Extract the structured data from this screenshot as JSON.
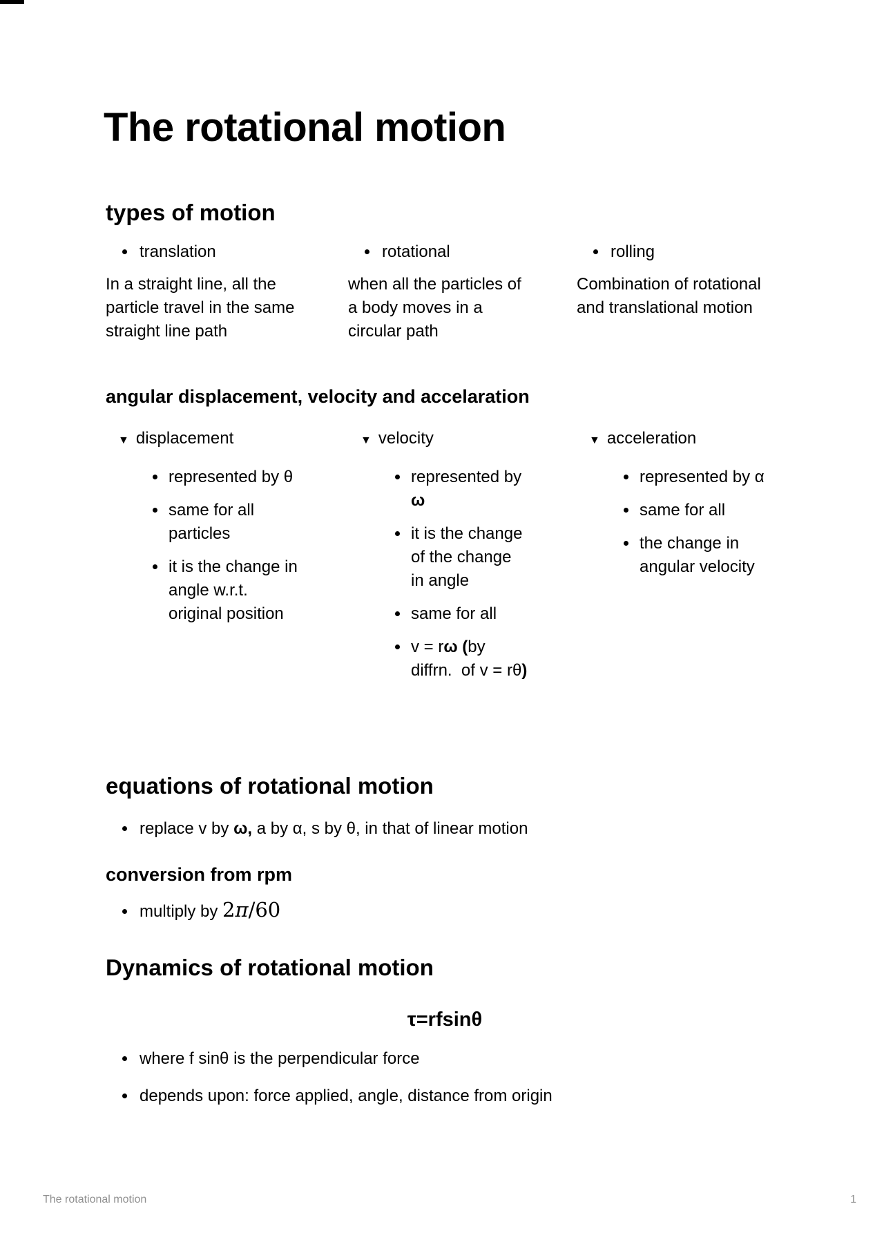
{
  "colors": {
    "text": "#000000",
    "footer_gray": "#909090",
    "background": "#ffffff"
  },
  "title": "The rotational motion",
  "types": {
    "heading": "types of motion",
    "columns": [
      {
        "label": "translation",
        "description": "In a straight line, all the particle travel in the same straight line path"
      },
      {
        "label": "rotational",
        "description": "when all the particles of a body moves in a circular path"
      },
      {
        "label": "rolling",
        "description": "Combination of rotational and translational motion"
      }
    ]
  },
  "angular": {
    "heading": "angular displacement, velocity and accelaration",
    "toggle_icon": "▼",
    "toggles": [
      {
        "label": "displacement",
        "items": [
          [
            {
              "t": "represented by θ"
            }
          ],
          [
            {
              "t": "same for all particles"
            }
          ],
          [
            {
              "t": "it is the change in angle w.r.t. original position"
            }
          ]
        ]
      },
      {
        "label": "velocity",
        "items": [
          [
            {
              "t": "represented by "
            },
            {
              "t": "ω",
              "b": true
            }
          ],
          [
            {
              "t": "it is the change of the change in angle"
            }
          ],
          [
            {
              "t": "same for all"
            }
          ],
          [
            {
              "t": "v = r"
            },
            {
              "t": "ω (",
              "b": true
            },
            {
              "t": "by diffrn.  of v = rθ"
            },
            {
              "t": ")",
              "b": true
            }
          ]
        ]
      },
      {
        "label": "acceleration",
        "items": [
          [
            {
              "t": "represented by α"
            }
          ],
          [
            {
              "t": "same for all"
            }
          ],
          [
            {
              "t": "the change in angular velocity"
            }
          ]
        ]
      }
    ]
  },
  "equations": {
    "heading": "equations of rotational motion",
    "bullet": [
      {
        "t": "replace v by "
      },
      {
        "t": "ω,",
        "b": true
      },
      {
        "t": " a by α, s by θ, in that of linear motion"
      }
    ]
  },
  "conversion": {
    "heading": "conversion from rpm",
    "bullet": [
      {
        "t": "multiply by "
      },
      {
        "t": "2",
        "m": true
      },
      {
        "t": "π",
        "m": true,
        "i": true
      },
      {
        "t": "/60",
        "m": true
      }
    ]
  },
  "dynamics": {
    "heading": "Dynamics of rotational motion",
    "equation": "τ=rfsinθ",
    "bullets": [
      [
        {
          "t": "where f sinθ is the perpendicular force"
        }
      ],
      [
        {
          "t": "depends upon: force applied, angle, distance from origin"
        }
      ]
    ]
  },
  "footer": {
    "doc_title": "The rotational motion",
    "page_number": "1"
  }
}
